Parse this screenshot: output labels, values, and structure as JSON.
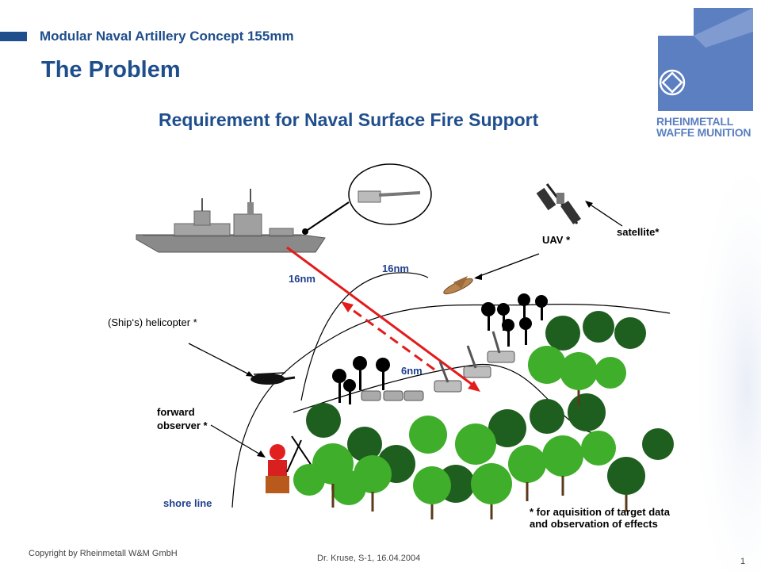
{
  "header": {
    "subtitle": "Modular Naval Artillery Concept 155mm",
    "title": "The Problem",
    "heading": "Requirement for Naval Surface Fire Support"
  },
  "logo": {
    "line1": "RHEINMETALL",
    "line2": "WAFFE MUNITION",
    "color": "#5b7fc0"
  },
  "diagram": {
    "labels": {
      "uav": "UAV *",
      "satellite": "satellite*",
      "range_ship": "16nm",
      "range_arc": "16nm",
      "range_short": "6nm",
      "helicopter": "(Ship‘s) helicopter *",
      "observer_line1": "forward",
      "observer_line2": "observer *",
      "shore": "shore line",
      "note_line1": "* for aquisition of target data",
      "note_line2": "and observation of effects"
    },
    "colors": {
      "arrow": "#e41b1b",
      "tree_light": "#3fae2a",
      "tree_dark": "#1e5e1e",
      "ship": "#8a8a8a"
    }
  },
  "footer": {
    "copyright": "Copyright by Rheinmetall W&M GmbH",
    "author": "Dr. Kruse, S-1, 16.04.2004",
    "page": "1"
  }
}
